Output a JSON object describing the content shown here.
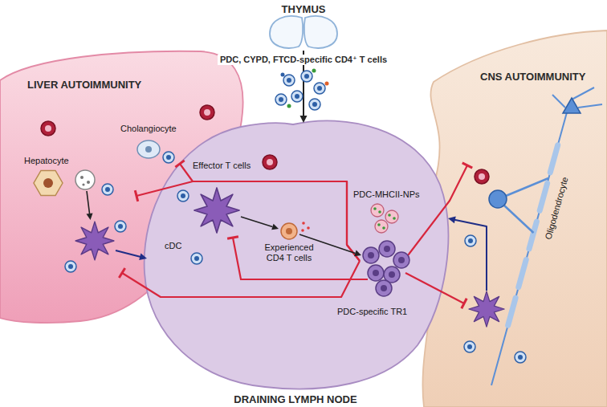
{
  "diagram": {
    "nodes": [
      {
        "text": [
          "THYMUS"
        ]
      },
      {
        "text": [
          "LIVER AUTOIMMUNITY",
          "Cholangiocyte",
          "Hepatocyte"
        ]
      },
      {
        "text": [
          "CNS AUTOIMMUNITY",
          "Oligodendrocyte"
        ]
      },
      {
        "text": [
          "DRAINING LYMPH NODE",
          "Effector T cells",
          "PDC-MHCII-NPs",
          "cDC",
          "Experienced CD4 T cells",
          "PDC-specific TR1"
        ]
      }
    ],
    "edges": [
      {
        "from": 0,
        "to": 3,
        "arrow": "to"
      },
      {
        "from": 1,
        "to": 3,
        "arrow": "to"
      },
      {
        "from": 2,
        "to": 3,
        "arrow": "to"
      },
      {
        "from": 3,
        "to": 1,
        "arrow": "to"
      },
      {
        "from": 3,
        "to": 1,
        "arrow": "to"
      },
      {
        "from": 3,
        "to": 1,
        "arrow": "to"
      },
      {
        "from": 3,
        "to": 2,
        "arrow": "to"
      },
      {
        "from": 3,
        "to": 2,
        "arrow": "to"
      }
    ],
    "labels": [
      "PDC, CYPD, FTCD-specific CD4⁺ T cells"
    ]
  }
}
